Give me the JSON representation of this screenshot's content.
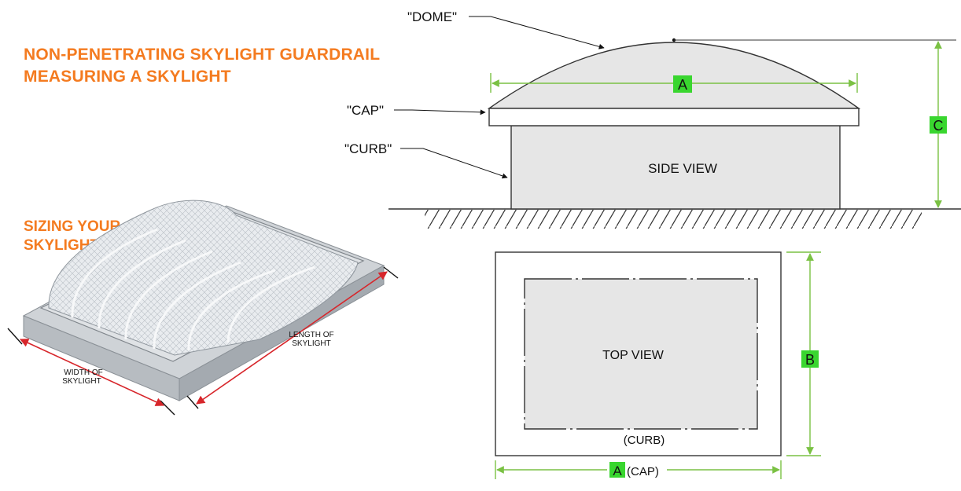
{
  "title_line1": "NON-PENETRATING SKYLIGHT GUARDRAIL",
  "title_line2": "MEASURING A SKYLIGHT",
  "sizing_line1": "SIZING YOUR",
  "sizing_line2": "SKYLIGHT",
  "photo_labels": {
    "width_line1": "WIDTH OF",
    "width_line2": "SKYLIGHT",
    "length_line1": "LENGTH OF",
    "length_line2": "SKYLIGHT"
  },
  "side_view": {
    "dome_label": "\"DOME\"",
    "cap_label": "\"CAP\"",
    "curb_label": "\"CURB\"",
    "view_label": "SIDE VIEW",
    "dim_a": "A",
    "dim_c": "C"
  },
  "top_view": {
    "view_label": "TOP VIEW",
    "curb_label": "(CURB)",
    "dim_a": "A",
    "dim_a_suffix": "(CAP)",
    "dim_b": "B"
  },
  "colors": {
    "accent_orange": "#f47b20",
    "dimension_green": "#7ac143",
    "badge_green": "#39d62f",
    "arrow_red": "#d7262b",
    "fill_gray": "#e6e6e6"
  }
}
